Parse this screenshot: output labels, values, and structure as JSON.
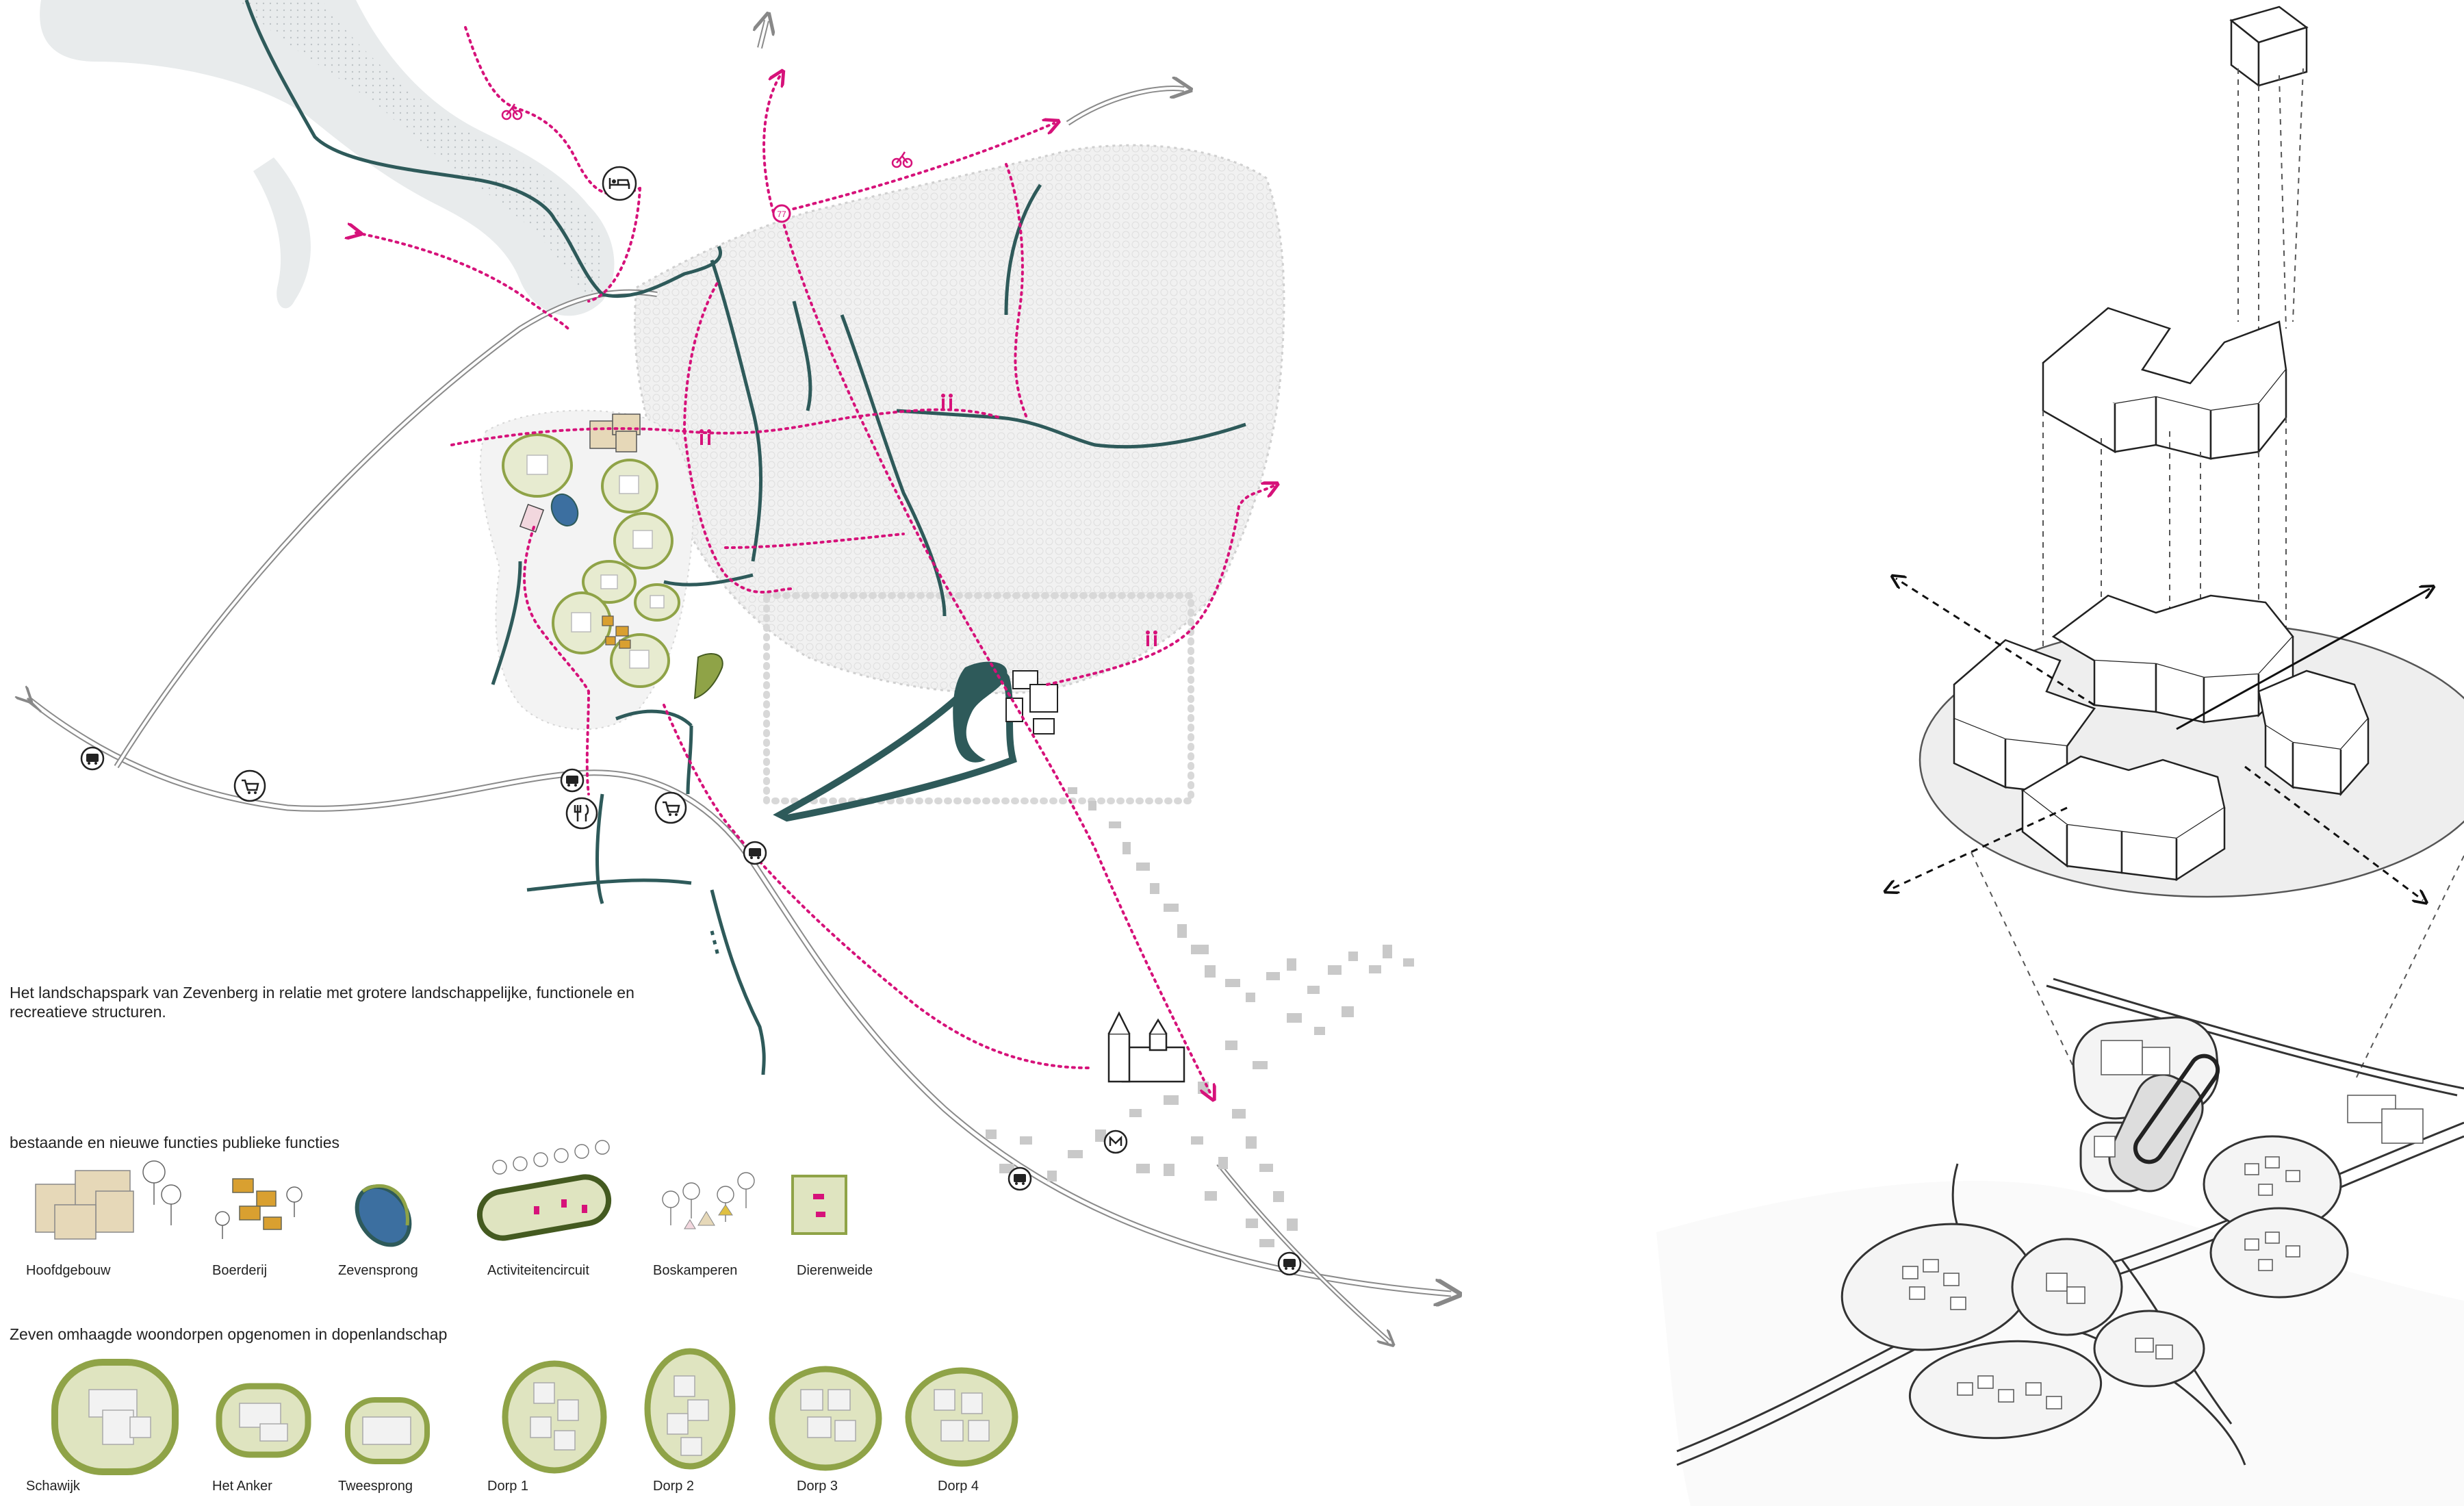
{
  "caption": "Het landschapspark van Zevenberg in relatie met grotere landschappelijke, functionele en recreatieve structuren.",
  "functions_section": {
    "title": "bestaande en nieuwe functies publieke functies",
    "items": [
      {
        "label": "Hoofdgebouw"
      },
      {
        "label": "Boerderij"
      },
      {
        "label": "Zevensprong"
      },
      {
        "label": "Activiteitencircuit"
      },
      {
        "label": "Boskamperen"
      },
      {
        "label": "Dierenweide"
      }
    ]
  },
  "villages_section": {
    "title": "Zeven omhaagde woondorpen opgenomen in dopenlandschap",
    "items": [
      {
        "label": "Schawijk"
      },
      {
        "label": "Het Anker"
      },
      {
        "label": "Tweesprong"
      },
      {
        "label": "Dorp 1"
      },
      {
        "label": "Dorp 2"
      },
      {
        "label": "Dorp 3"
      },
      {
        "label": "Dorp 4"
      }
    ]
  },
  "colors": {
    "route_magenta": "#d6127a",
    "watercourse": "#2e5a5a",
    "village_green": "#8fa347",
    "village_fill": "#dfe4c0",
    "building_tan": "#e6d8b8",
    "farm_orange": "#d9a030",
    "pond_blue": "#3c6fa0",
    "road_gray": "#9a9a9a",
    "water_area": "#e7eaeb"
  },
  "icons": [
    "bus-icon",
    "shopping-cart-icon",
    "restaurant-icon",
    "bicycle-icon",
    "hotel-bed-icon",
    "walkers-icon",
    "cycle-route-node-icon"
  ]
}
